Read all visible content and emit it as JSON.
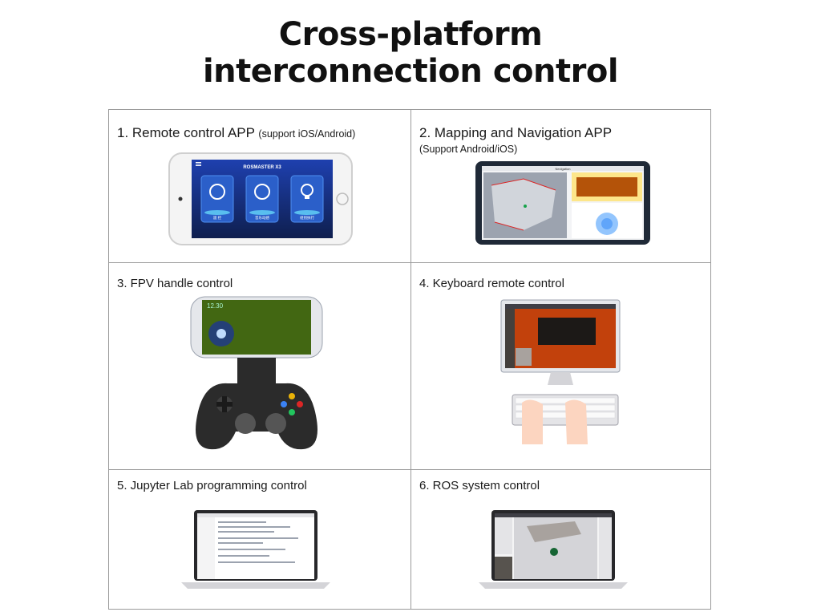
{
  "title_line1": "Cross-platform",
  "title_line2": "interconnection control",
  "cells": {
    "c1": {
      "num": "1. Remote control APP",
      "note": "(support iOS/Android)"
    },
    "c2": {
      "num": "2. Mapping and Navigation APP",
      "note": "(Support Android/iOS)"
    },
    "c3": {
      "num": "3. FPV handle control"
    },
    "c4": {
      "num": "4. Keyboard remote control"
    },
    "c5": {
      "num": "5. Jupyter Lab programming control"
    },
    "c6": {
      "num": "6. ROS system control"
    }
  },
  "app1": {
    "header": "ROSMASTER X3",
    "btn1": "遥 控",
    "btn2": "音乐动感",
    "btn3": "组别执行"
  },
  "app2": {
    "header": "Nevigation"
  },
  "fpv": {
    "readout": "12.30"
  },
  "colors": {
    "border": "#9a9a9a",
    "phone_screen": "#1e3a8a",
    "ubuntu": "#c2410c",
    "gamepad": "#2b2b2b"
  }
}
